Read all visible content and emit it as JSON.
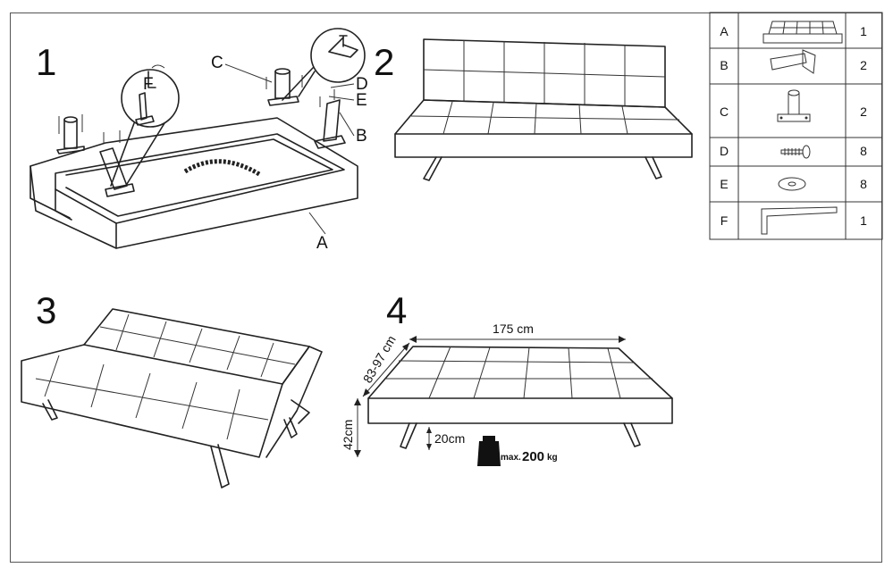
{
  "steps": [
    "1",
    "2",
    "3",
    "4"
  ],
  "part_labels": {
    "a": "A",
    "b": "B",
    "c": "C",
    "d": "D",
    "e": "E",
    "f": "F"
  },
  "dimensions": {
    "width": "175 cm",
    "depth": "83-97 cm",
    "height": "42cm",
    "leg_height": "20cm",
    "max_prefix": "max.",
    "max_value": "200",
    "max_unit": "kg"
  },
  "parts_table": {
    "rows": [
      {
        "letter": "A",
        "qty": "1",
        "icon": "sofa-icon"
      },
      {
        "letter": "B",
        "qty": "2",
        "icon": "angled-leg-icon"
      },
      {
        "letter": "C",
        "qty": "2",
        "icon": "straight-leg-icon"
      },
      {
        "letter": "D",
        "qty": "8",
        "icon": "screw-icon"
      },
      {
        "letter": "E",
        "qty": "8",
        "icon": "washer-icon"
      },
      {
        "letter": "F",
        "qty": "1",
        "icon": "allen-key-icon"
      }
    ]
  }
}
